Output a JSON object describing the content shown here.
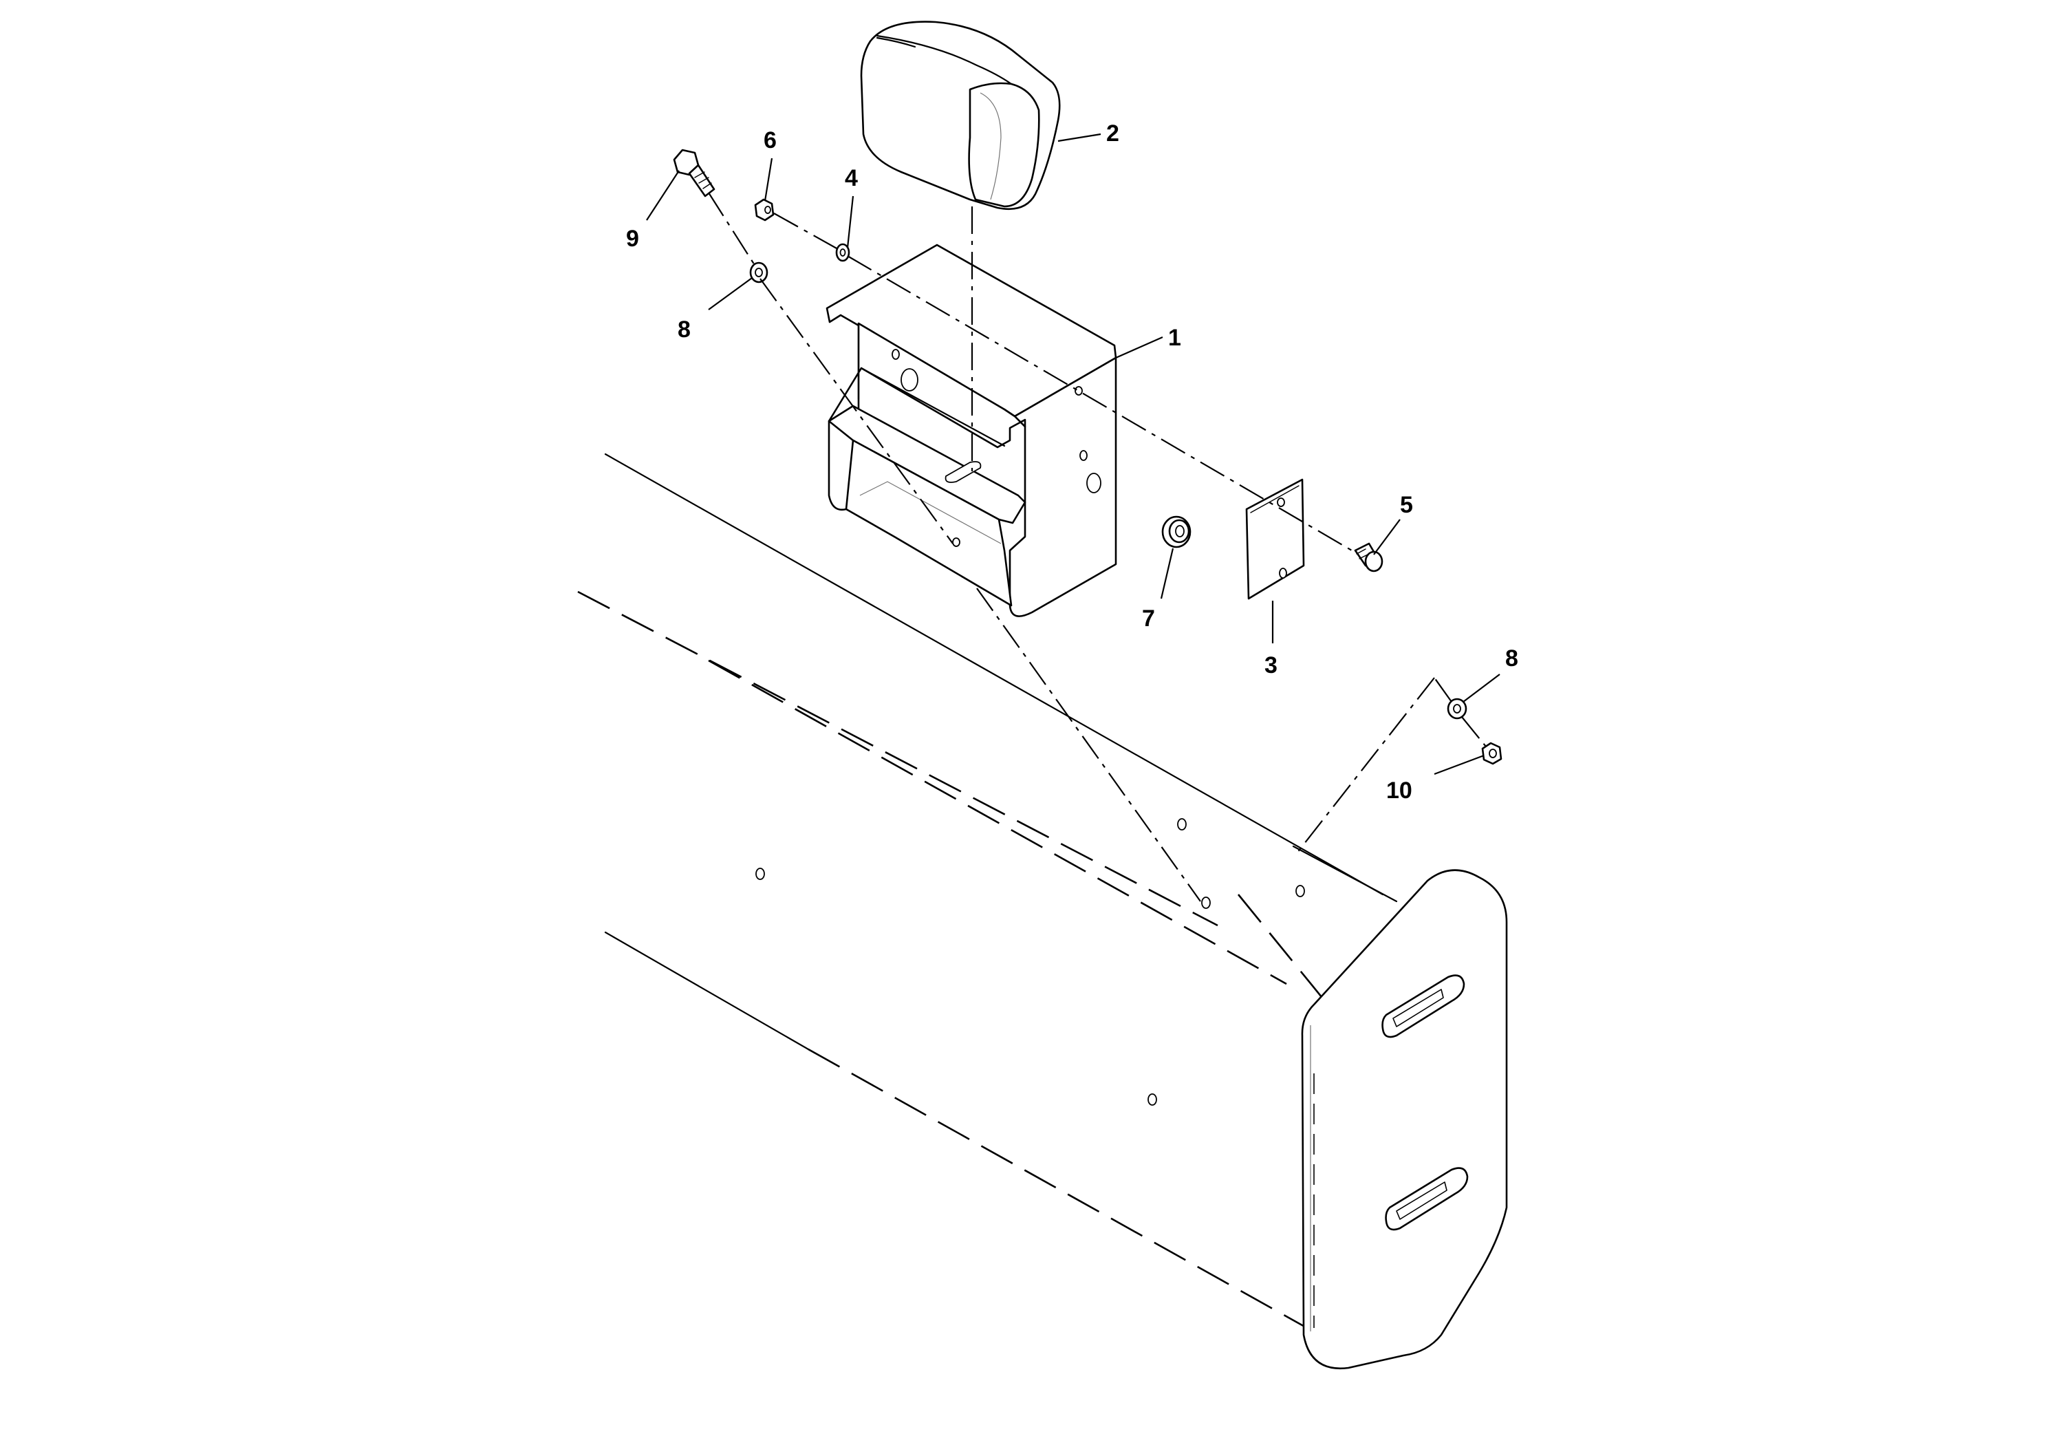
{
  "callouts": {
    "c1": "1",
    "c2": "2",
    "c3": "3",
    "c4": "4",
    "c5": "5",
    "c6": "6",
    "c7": "7",
    "c8a": "8",
    "c8b": "8",
    "c9": "9",
    "c10": "10"
  }
}
